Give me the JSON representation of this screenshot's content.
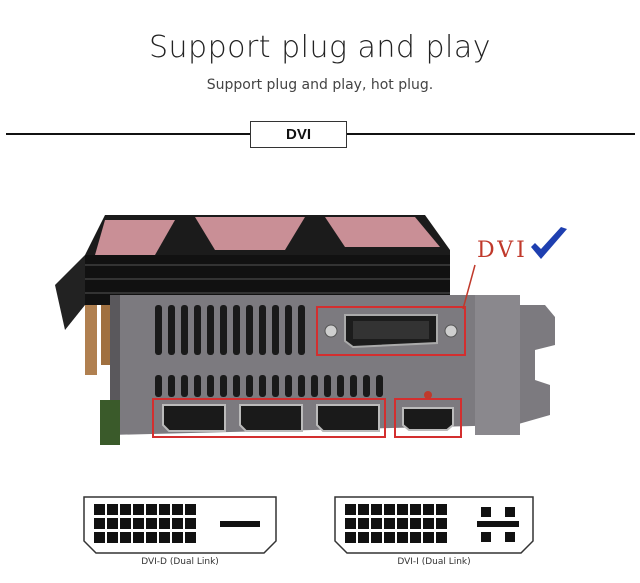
{
  "header": {
    "title": "Support plug and play",
    "subtitle": "Support plug and play, hot plug."
  },
  "section": {
    "label": "DVI"
  },
  "photo": {
    "annotation": "DVI",
    "annotation_color": "#c0392b",
    "check_color": "#1e3fb0",
    "highlight_color": "#d32f2f",
    "shroud_accent": "#e8a0a8"
  },
  "connectors": [
    {
      "label": "DVI-D (Dual Link)"
    },
    {
      "label": "DVI-I (Dual Link)"
    }
  ]
}
